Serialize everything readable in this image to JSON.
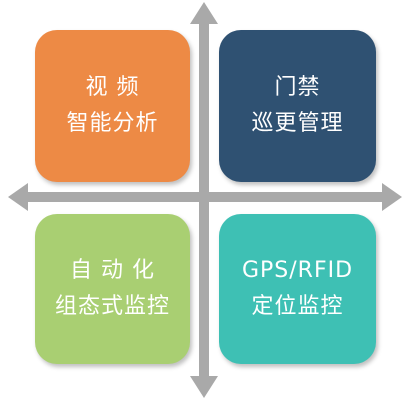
{
  "quadrants": {
    "top_left": {
      "line1": "视 频",
      "line2": "智能分析",
      "color": "#ED8A45"
    },
    "top_right": {
      "line1": "门禁",
      "line2": "巡更管理",
      "color": "#2F5172"
    },
    "bottom_left": {
      "line1": "自 动 化",
      "line2": "组态式监控",
      "color": "#A9CF72"
    },
    "bottom_right": {
      "line1": "GPS/RFID",
      "line2": "定位监控",
      "color": "#3EC0B4"
    }
  },
  "axis_color": "#A9A9A9"
}
